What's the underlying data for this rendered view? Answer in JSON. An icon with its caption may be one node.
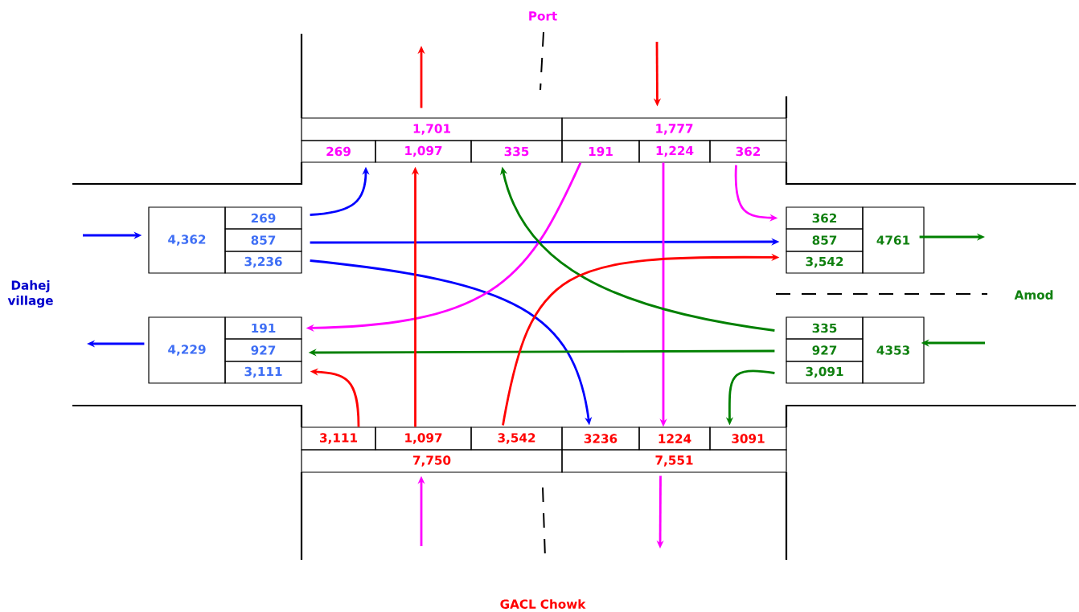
{
  "diagram": {
    "nodes": [
      {
        "text": [
          "1,701"
        ]
      },
      {
        "text": [
          "1,777"
        ]
      },
      {
        "text": [
          "269"
        ]
      },
      {
        "text": [
          "1,097"
        ]
      },
      {
        "text": [
          "335"
        ]
      },
      {
        "text": [
          "191"
        ]
      },
      {
        "text": [
          "1,224"
        ]
      },
      {
        "text": [
          "362"
        ]
      },
      {
        "text": [
          "4,362"
        ]
      },
      {
        "text": [
          "269"
        ]
      },
      {
        "text": [
          "857"
        ]
      },
      {
        "text": [
          "3,236"
        ]
      },
      {
        "text": [
          "362"
        ]
      },
      {
        "text": [
          "857"
        ]
      },
      {
        "text": [
          "3,542"
        ]
      },
      {
        "text": [
          "4761"
        ]
      },
      {
        "text": [
          "4,229"
        ]
      },
      {
        "text": [
          "191"
        ]
      },
      {
        "text": [
          "927"
        ]
      },
      {
        "text": [
          "3,111"
        ]
      },
      {
        "text": [
          "335"
        ]
      },
      {
        "text": [
          "927"
        ]
      },
      {
        "text": [
          "3,091"
        ]
      },
      {
        "text": [
          "4353"
        ]
      },
      {
        "text": [
          "3,111"
        ]
      },
      {
        "text": [
          "1,097"
        ]
      },
      {
        "text": [
          "3,542"
        ]
      },
      {
        "text": [
          "3236"
        ]
      },
      {
        "text": [
          "1224"
        ]
      },
      {
        "text": [
          "3091"
        ]
      },
      {
        "text": [
          "7,750"
        ]
      },
      {
        "text": [
          "7,551"
        ]
      }
    ],
    "edges": [
      {
        "from": 9,
        "to": 2,
        "arrow": "to",
        "color": "#0000ff"
      },
      {
        "from": 10,
        "to": 13,
        "arrow": "to",
        "color": "#0000ff"
      },
      {
        "from": 11,
        "to": 27,
        "arrow": "to",
        "color": "#0000ff"
      },
      {
        "from": 5,
        "to": 17,
        "arrow": "to",
        "color": "#ff00ff"
      },
      {
        "from": 6,
        "to": 28,
        "arrow": "to",
        "color": "#ff00ff"
      },
      {
        "from": 7,
        "to": 12,
        "arrow": "to",
        "color": "#ff00ff"
      },
      {
        "from": 20,
        "to": 4,
        "arrow": "to",
        "color": "#008000"
      },
      {
        "from": 21,
        "to": 18,
        "arrow": "to",
        "color": "#008000"
      },
      {
        "from": 22,
        "to": 29,
        "arrow": "to",
        "color": "#008000"
      },
      {
        "from": 24,
        "to": 19,
        "arrow": "to",
        "color": "#ff0000"
      },
      {
        "from": 25,
        "to": 3,
        "arrow": "to",
        "color": "#ff0000"
      },
      {
        "from": 26,
        "to": 14,
        "arrow": "to",
        "color": "#ff0000"
      },
      {
        "from": null,
        "to": 8,
        "arrow": "to",
        "color": "#0000ff"
      },
      {
        "from": 16,
        "to": null,
        "arrow": "to",
        "color": "#0000ff"
      },
      {
        "from": 15,
        "to": null,
        "arrow": "to",
        "color": "#008000"
      },
      {
        "from": null,
        "to": 23,
        "arrow": "to",
        "color": "#008000"
      },
      {
        "from": 0,
        "to": null,
        "arrow": "to",
        "color": "#ff0000"
      },
      {
        "from": null,
        "to": 1,
        "arrow": "to",
        "color": "#ff0000"
      },
      {
        "from": null,
        "to": 30,
        "arrow": "to",
        "color": "#ff00ff"
      },
      {
        "from": 31,
        "to": null,
        "arrow": "to",
        "color": "#ff00ff"
      }
    ],
    "labels": [
      "Port",
      "Dahej village",
      "Amod",
      "GACL Chowk"
    ]
  }
}
